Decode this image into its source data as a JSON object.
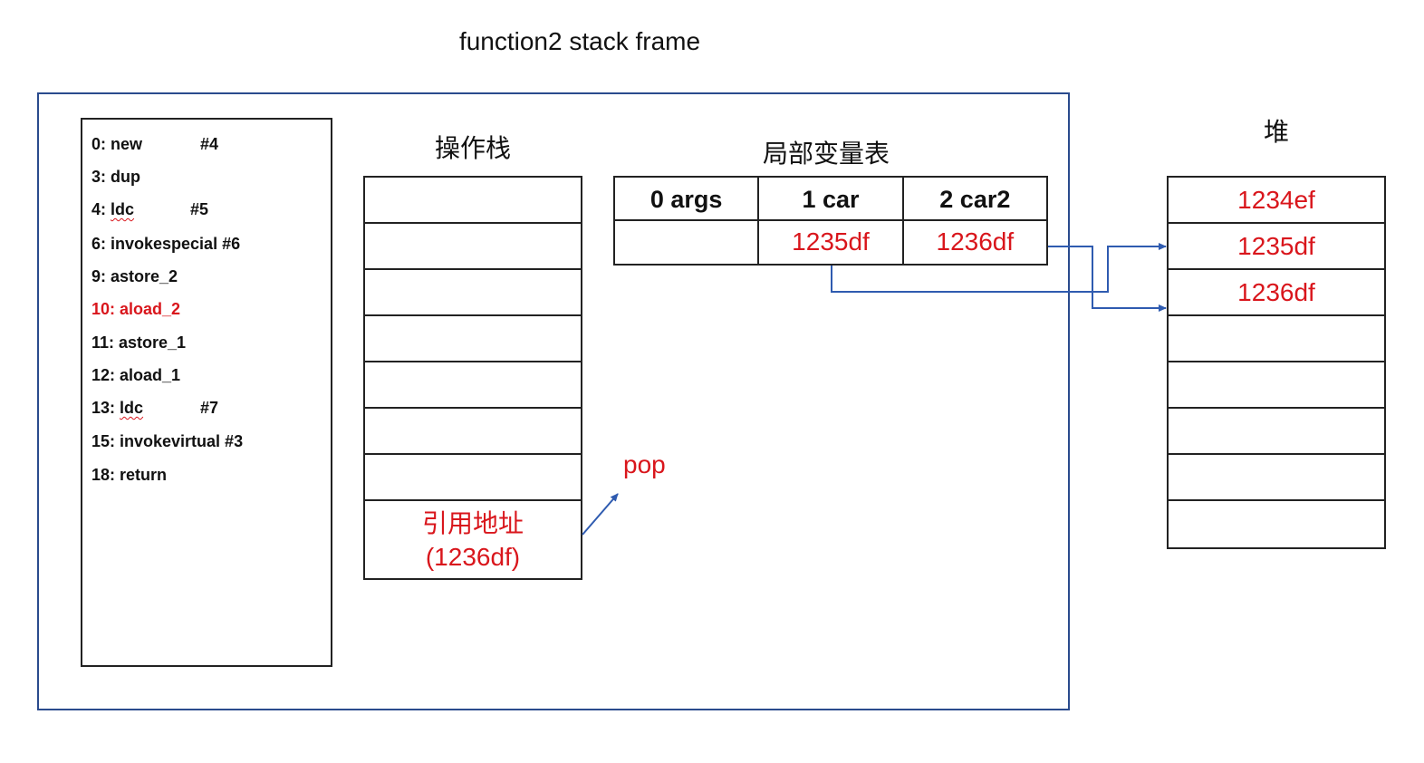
{
  "title": "function2 stack frame",
  "bytecode": [
    {
      "text": "0: new",
      "operand": "#4",
      "highlight": false
    },
    {
      "text": "3: dup",
      "operand": "",
      "highlight": false
    },
    {
      "text": "4: ldc",
      "operand": "#5",
      "highlight": false
    },
    {
      "text": "6: invokespecial #6",
      "operand": "",
      "highlight": false
    },
    {
      "text": "9: astore_2",
      "operand": "",
      "highlight": false
    },
    {
      "text": "10: aload_2",
      "operand": "",
      "highlight": true
    },
    {
      "text": "11: astore_1",
      "operand": "",
      "highlight": false
    },
    {
      "text": "12: aload_1",
      "operand": "",
      "highlight": false
    },
    {
      "text": "13: ldc",
      "operand": "#7",
      "highlight": false
    },
    {
      "text": "15: invokevirtual #3",
      "operand": "",
      "highlight": false
    },
    {
      "text": "18: return",
      "operand": "",
      "highlight": false
    }
  ],
  "operand_stack": {
    "title": "操作栈",
    "top_value_line1": "引用地址",
    "top_value_line2": "(1236df)"
  },
  "local_vars": {
    "title": "局部变量表",
    "headers": [
      "0 args",
      "1 car",
      "2 car2"
    ],
    "values": [
      "",
      "1235df",
      "1236df"
    ]
  },
  "heap": {
    "title": "堆",
    "cells": [
      "1234ef",
      "1235df",
      "1236df",
      "",
      "",
      "",
      "",
      ""
    ]
  },
  "pop_label": "pop",
  "colors": {
    "accent_red": "#d9161c",
    "arrow_blue": "#2f5bb0",
    "frame_border": "#2a4b8d"
  }
}
